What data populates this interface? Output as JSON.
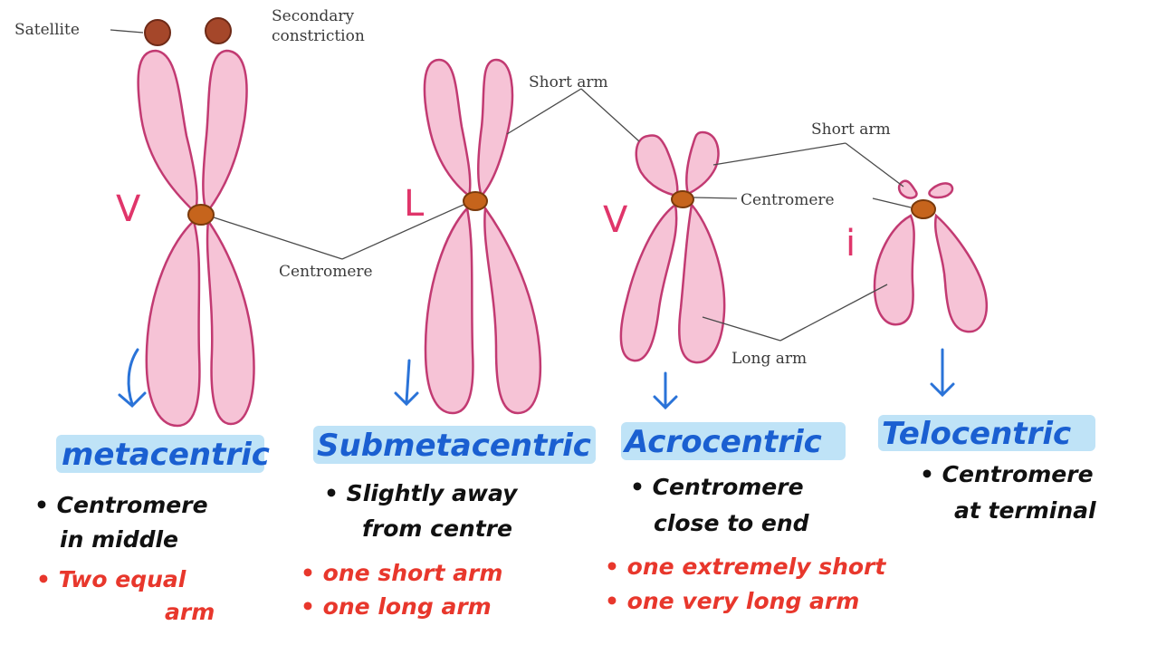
{
  "labels": {
    "satellite": "Satellite",
    "secondary_constriction_1": "Secondary",
    "secondary_constriction_2": "constriction",
    "centromere_left": "Centromere",
    "centromere_right": "Centromere",
    "short_arm_1": "Short arm",
    "short_arm_2": "Short arm",
    "long_arm": "Long arm"
  },
  "ticks": {
    "metacentric": "V",
    "submetacentric": "L",
    "acrocentric": "V",
    "telocentric": "i"
  },
  "types": [
    {
      "name": "metacentric",
      "notes": [
        "• Centromere",
        "in middle"
      ],
      "red_notes": [
        "• Two equal",
        "arm"
      ]
    },
    {
      "name": "Submetacentric",
      "notes": [
        "• Slightly away",
        "from centre"
      ],
      "red_notes": [
        "• one short arm",
        "• one long arm"
      ]
    },
    {
      "name": "Acrocentric",
      "notes": [
        "• Centromere",
        "close to end"
      ],
      "red_notes": [
        "• one extremely short",
        "• one very long arm"
      ]
    },
    {
      "name": "Telocentric",
      "notes": [
        "• Centromere",
        "at terminal"
      ],
      "red_notes": []
    }
  ]
}
